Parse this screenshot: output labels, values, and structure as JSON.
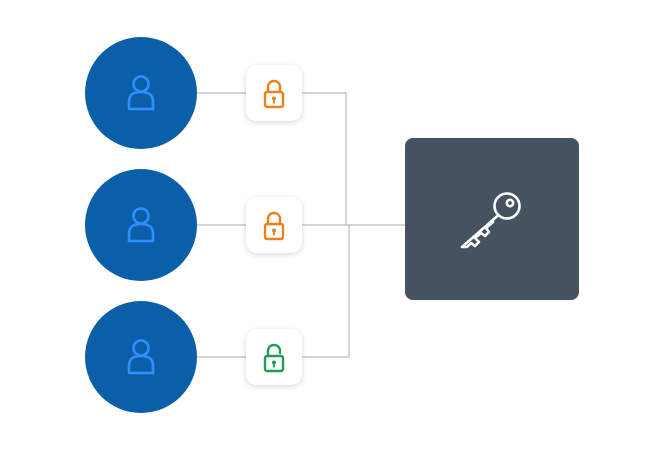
{
  "colors": {
    "background": "#ffffff",
    "user_circle": "#0b5fa8",
    "user_icon": "#2f8fff",
    "lock_tile": "#ffffff",
    "lock_locked": "#f0811a",
    "lock_unlocked": "#1f9d55",
    "key_box": "#45525f",
    "key_icon": "#ffffff",
    "connector": "#a7adb3"
  },
  "users": [
    {
      "icon": "user-icon",
      "lock_icon": "padlock-locked-icon",
      "lock_state": "locked"
    },
    {
      "icon": "user-icon",
      "lock_icon": "padlock-locked-icon",
      "lock_state": "locked"
    },
    {
      "icon": "user-icon",
      "lock_icon": "padlock-unlocked-icon",
      "lock_state": "unlocked"
    }
  ],
  "key": {
    "icon": "key-icon"
  }
}
